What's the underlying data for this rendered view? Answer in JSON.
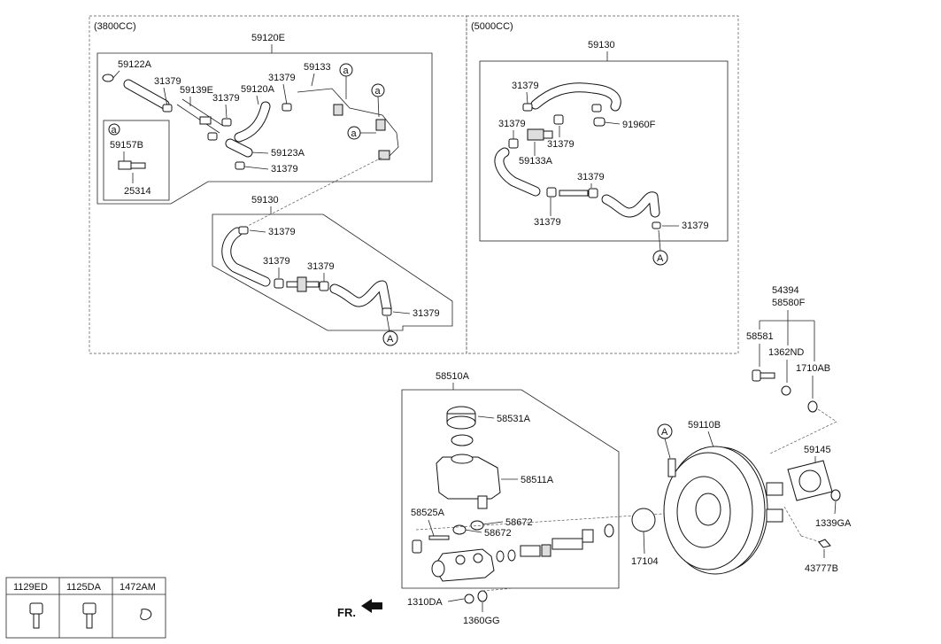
{
  "sections": {
    "v6": "(3800CC)",
    "v8": "(5000CC)"
  },
  "callouts": {
    "a": "a",
    "A": "A"
  },
  "labels": {
    "p59120E": "59120E",
    "p59122A": "59122A",
    "p31379": "31379",
    "p59139E": "59139E",
    "p59120A": "59120A",
    "p59133": "59133",
    "p59123A": "59123A",
    "p59157B": "59157B",
    "p25314": "25314",
    "p59130": "59130",
    "p91960F": "91960F",
    "p59133A": "59133A",
    "p54394": "54394",
    "p58580F": "58580F",
    "p58581": "58581",
    "p1362ND": "1362ND",
    "p1710AB": "1710AB",
    "p58510A": "58510A",
    "p58531A": "58531A",
    "p58511A": "58511A",
    "p58525A": "58525A",
    "p58672": "58672",
    "p59110B": "59110B",
    "p59145": "59145",
    "p1339GA": "1339GA",
    "p43777B": "43777B",
    "p17104": "17104",
    "p1310DA": "1310DA",
    "p1360GG": "1360GG"
  },
  "fr_label": "FR.",
  "legend": {
    "headers": [
      "1129ED",
      "1125DA",
      "1472AM"
    ]
  }
}
